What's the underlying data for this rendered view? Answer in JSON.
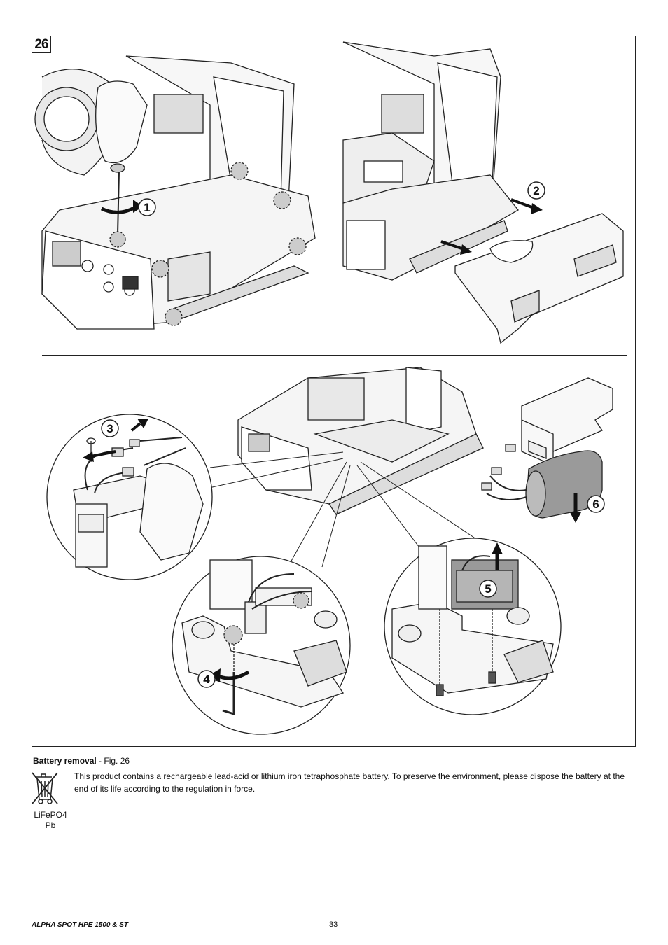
{
  "figure": {
    "number": "26",
    "steps": [
      "1",
      "2",
      "3",
      "4",
      "5",
      "6"
    ]
  },
  "caption": {
    "title": "Battery removal",
    "ref": " - Fig. 26"
  },
  "battery_notice": {
    "text": "This product contains a rechargeable lead-acid or lithium iron tetraphosphate battery. To preserve the environment, please dispose the battery at the end of its life according to the regulation in force.",
    "labels": [
      "LiFePO4",
      "Pb"
    ],
    "icon": "crossed-bin-icon"
  },
  "footer": {
    "title": "ALPHA SPOT HPE 1500 & ST",
    "page": "33"
  }
}
